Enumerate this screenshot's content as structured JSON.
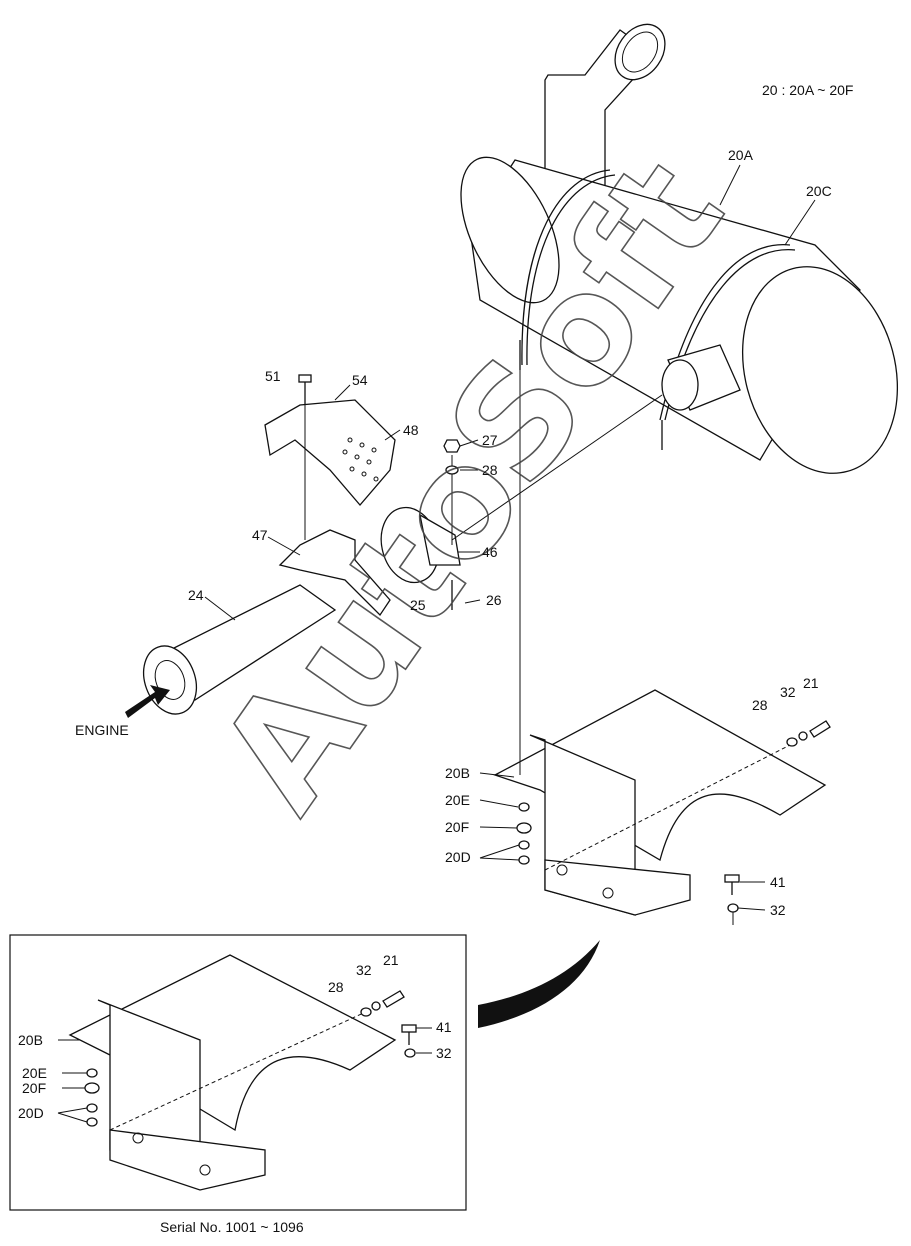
{
  "header_note": "20 : 20A ~ 20F",
  "watermark": "AutoSoft",
  "engine_label": "ENGINE",
  "serial_caption": "Serial No. 1001 ~ 1096",
  "callouts": {
    "c20A": "20A",
    "c20C": "20C",
    "c51": "51",
    "c54": "54",
    "c48": "48",
    "c27": "27",
    "c28": "28",
    "c47": "47",
    "c46": "46",
    "c24": "24",
    "c25": "25",
    "c26": "26",
    "c28b": "28",
    "c32": "32",
    "c21": "21",
    "c20B": "20B",
    "c20E": "20E",
    "c20F": "20F",
    "c20D": "20D",
    "c41": "41",
    "c32b": "32"
  },
  "inset_callouts": {
    "i21": "21",
    "i32": "32",
    "i28": "28",
    "i41": "41",
    "i32b": "32",
    "i20B": "20B",
    "i20E": "20E",
    "i20F": "20F",
    "i20D": "20D"
  }
}
